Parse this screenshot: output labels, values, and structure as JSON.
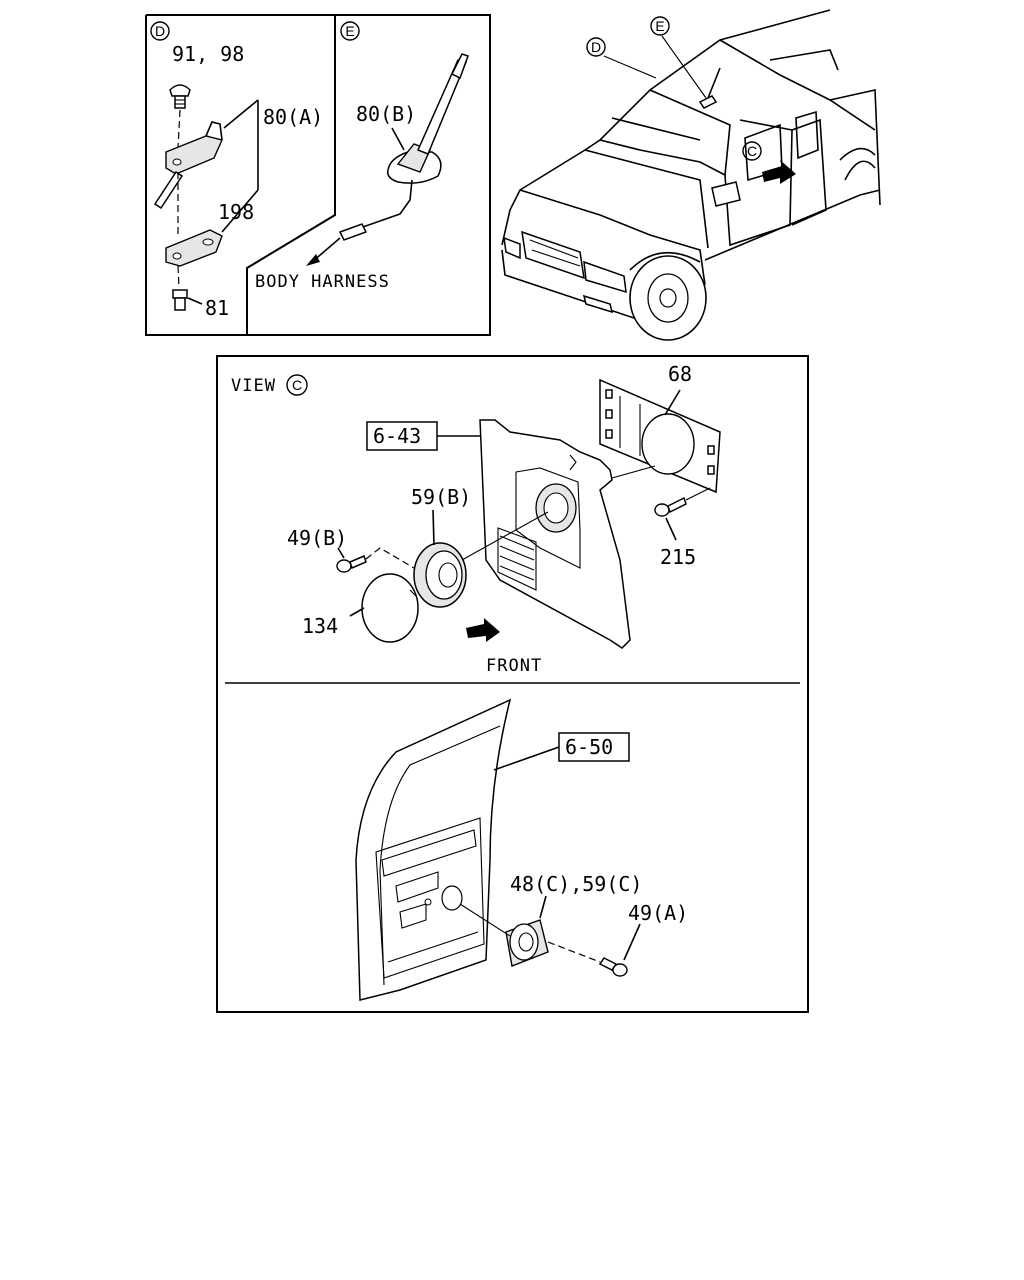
{
  "panel_d": {
    "marker": "D",
    "labels": {
      "screw": "91, 98",
      "bracket": "80(A)",
      "cable": "198",
      "clip": "81"
    }
  },
  "panel_e": {
    "marker": "E",
    "labels": {
      "antenna": "80(B)",
      "harness": "BODY HARNESS"
    }
  },
  "vehicle": {
    "markers": {
      "d": "D",
      "e": "E",
      "c": "C"
    }
  },
  "view_c": {
    "title": "VIEW",
    "marker": "C",
    "labels": {
      "panel_ref": "6-43",
      "bracket": "68",
      "speaker": "59(B)",
      "screw": "49(B)",
      "screw_right": "215",
      "grille": "134",
      "front": "FRONT"
    }
  },
  "door_view": {
    "labels": {
      "panel_ref": "6-50",
      "speaker": "48(C),59(C)",
      "screw": "49(A)"
    }
  }
}
